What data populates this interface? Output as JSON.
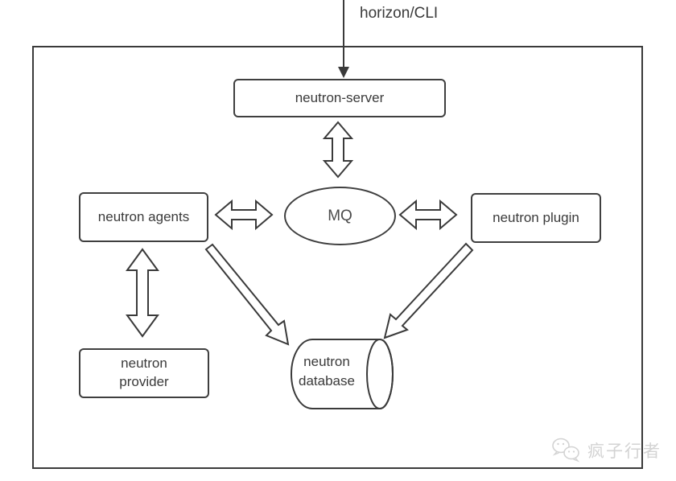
{
  "diagram": {
    "external_label": "horizon/CLI",
    "nodes": {
      "server": {
        "label": "neutron-server",
        "shape": "rectangle"
      },
      "mq": {
        "label": "MQ",
        "shape": "ellipse"
      },
      "agents": {
        "label": "neutron agents",
        "shape": "rectangle"
      },
      "plugin": {
        "label": "neutron plugin",
        "shape": "rectangle"
      },
      "provider": {
        "label": "neutron\nprovider",
        "shape": "rectangle"
      },
      "database": {
        "label": "neutron\ndatabase",
        "shape": "cylinder"
      }
    },
    "edges": [
      {
        "from": "horizon/CLI",
        "to": "neutron-server",
        "style": "solid-arrow"
      },
      {
        "from": "neutron-server",
        "to": "MQ",
        "style": "hollow-double-arrow"
      },
      {
        "from": "neutron agents",
        "to": "MQ",
        "style": "hollow-double-arrow"
      },
      {
        "from": "MQ",
        "to": "neutron plugin",
        "style": "hollow-double-arrow"
      },
      {
        "from": "neutron agents",
        "to": "neutron provider",
        "style": "hollow-double-arrow"
      },
      {
        "from": "neutron agents",
        "to": "neutron database",
        "style": "hollow-arrow"
      },
      {
        "from": "neutron plugin",
        "to": "neutron database",
        "style": "hollow-arrow"
      }
    ]
  },
  "watermark": {
    "text": "疯子行者",
    "icon": "wechat-icon"
  },
  "colors": {
    "line": "#3a3a3a",
    "text": "#3a3a3a",
    "watermark": "#d3d3d3",
    "background": "#ffffff"
  }
}
